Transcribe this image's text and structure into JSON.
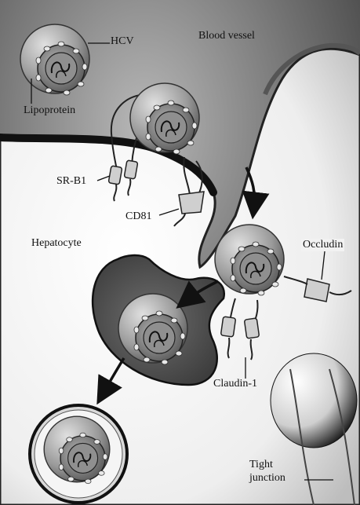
{
  "labels": {
    "hcv": "HCV",
    "blood_vessel": "Blood vessel",
    "lipoprotein": "Lipoprotein",
    "sr_b1": "SR-B1",
    "cd81": "CD81",
    "hepatocyte": "Hepatocyte",
    "occludin": "Occludin",
    "claudin_1": "Claudin-1",
    "tight": "Tight",
    "junction": "junction"
  },
  "colors": {
    "blood_vessel_dark": "#3a3a3a",
    "cell_light": "#f4f4f4",
    "particle_shell": "#8c8c8c",
    "capsid": "#4a4a4a",
    "core": "#9a9a9a"
  }
}
